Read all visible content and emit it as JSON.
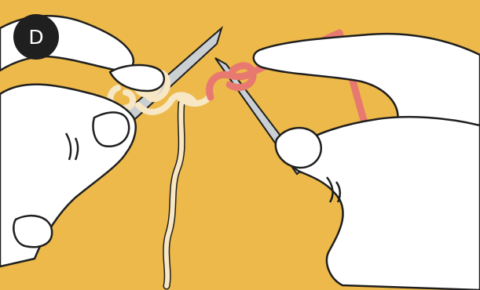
{
  "step": {
    "label": "D"
  },
  "colors": {
    "background": "#edb94a",
    "skin": "#ffffff",
    "outline": "#1f1f1f",
    "needle": "#c9cfd3",
    "cream_yarn": "#f7e7c4",
    "coral_yarn": "#e77970",
    "badge_fill": "#1f1f1f",
    "badge_text": "#ffffff"
  },
  "icons": {
    "left_hand": "left-hand-illustration",
    "right_hand": "right-hand-illustration",
    "left_needle": "knitting-needle",
    "right_needle": "knitting-needle",
    "cream_yarn": "cream-yarn-strand",
    "coral_yarn": "coral-working-yarn"
  }
}
